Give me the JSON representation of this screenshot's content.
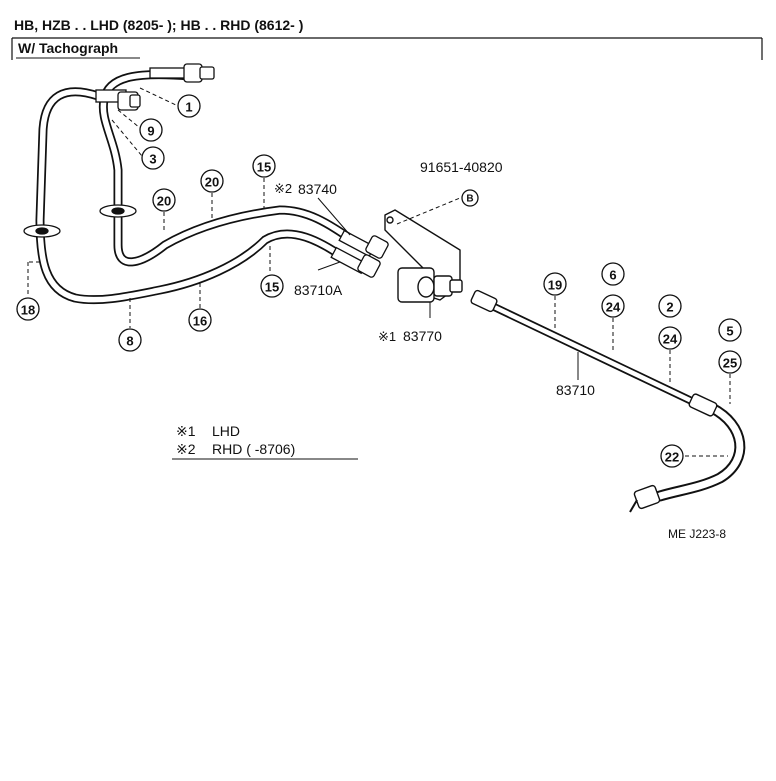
{
  "header": {
    "line1": "HB, HZB . . LHD (8205-          ); HB . . RHD (8612-          )",
    "box_label": "W/ Tachograph"
  },
  "callouts": [
    "1",
    "9",
    "3",
    "20",
    "20",
    "15",
    "15",
    "18",
    "8",
    "16",
    "19",
    "6",
    "24",
    "2",
    "24",
    "5",
    "25",
    "22"
  ],
  "bolt_marker": "B",
  "part_numbers": {
    "bolt": "91651-40820",
    "cable_rhd": "83740",
    "cable_a": "83710A",
    "sensor": "83770",
    "cable_main": "83710",
    "star1_prefix": "※1",
    "star2_prefix": "※2"
  },
  "legend": {
    "item1_mark": "※1",
    "item1_text": "LHD",
    "item2_mark": "※2",
    "item2_text": "RHD (          -8706)"
  },
  "diagram_code": "ME J223-8"
}
